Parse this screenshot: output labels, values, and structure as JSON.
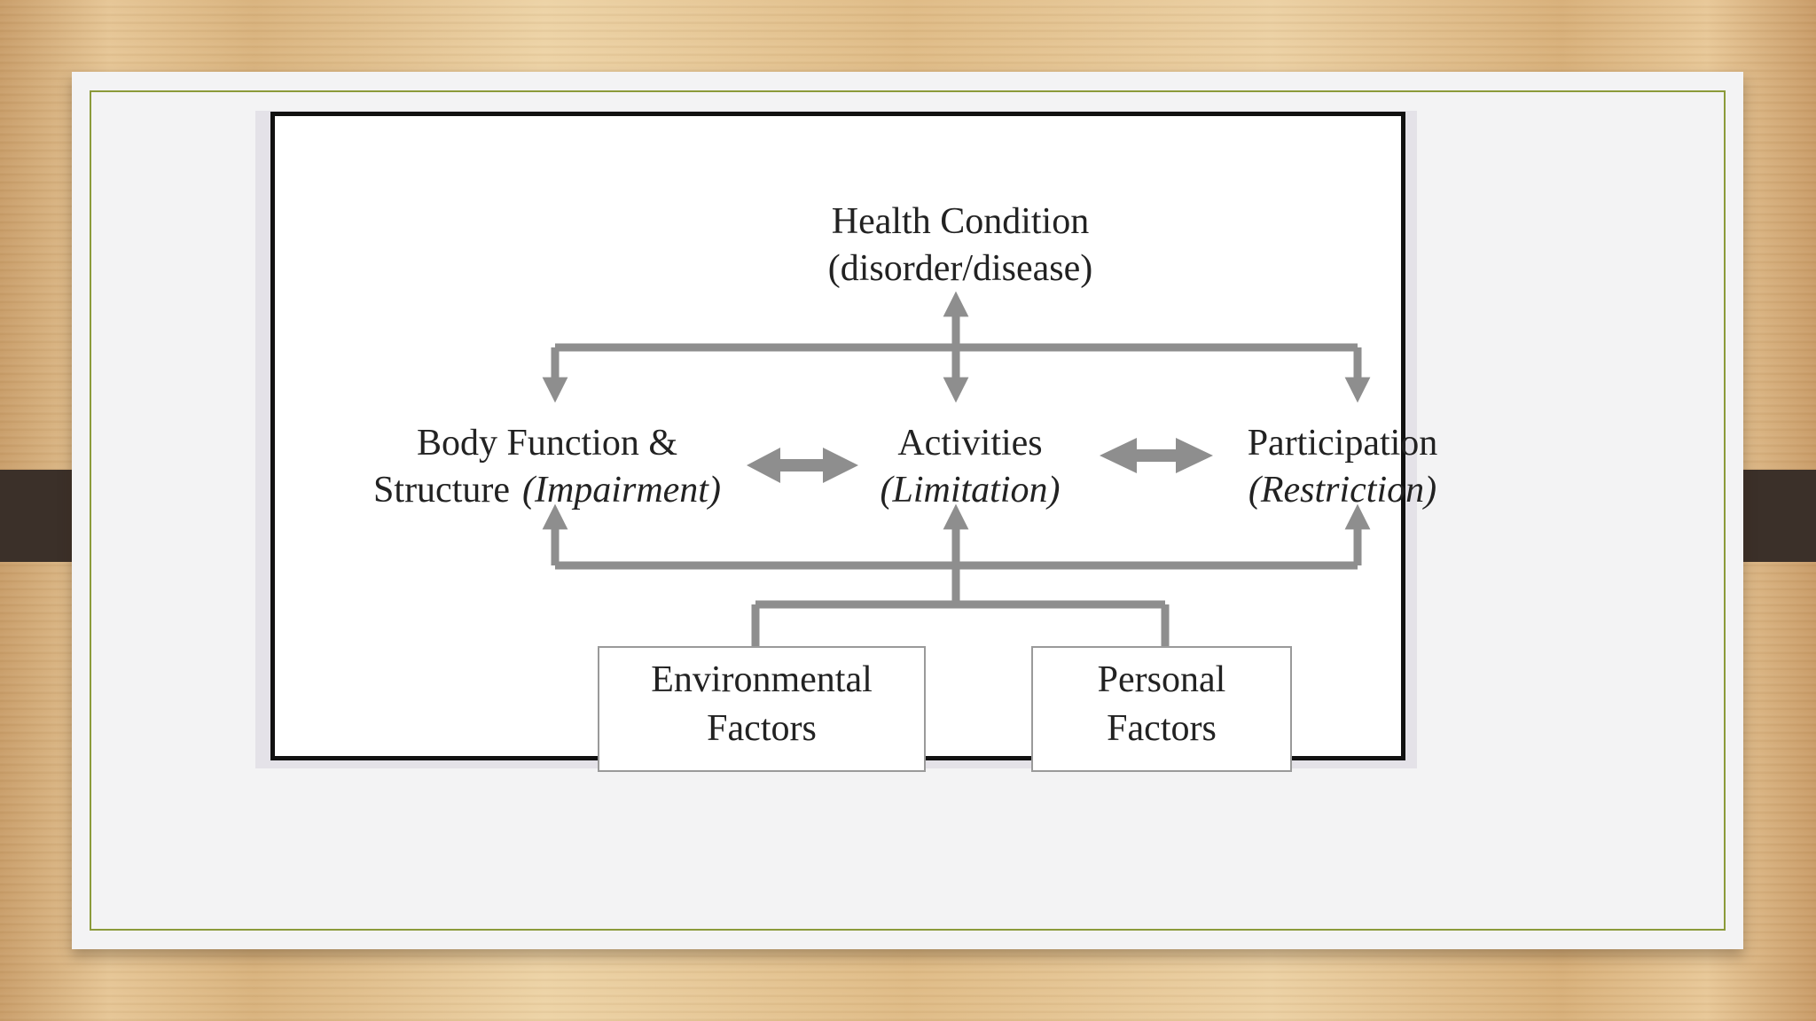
{
  "nodes": {
    "health": {
      "line1": "Health Condition",
      "line2": "(disorder/disease)"
    },
    "body": {
      "line1": "Body Function &",
      "line2_plain": "Structure",
      "line2_italic": "(Impairment)"
    },
    "activities": {
      "line1": "Activities",
      "line2": "(Limitation)"
    },
    "participation": {
      "line1": "Participation",
      "line2": "(Restriction)"
    },
    "environmental": {
      "line1": "Environmental",
      "line2": "Factors"
    },
    "personal": {
      "line1": "Personal",
      "line2": "Factors"
    }
  },
  "colors": {
    "connector": "#8e8e8e",
    "frame": "#111111",
    "slide_border": "#8b9a3a"
  }
}
